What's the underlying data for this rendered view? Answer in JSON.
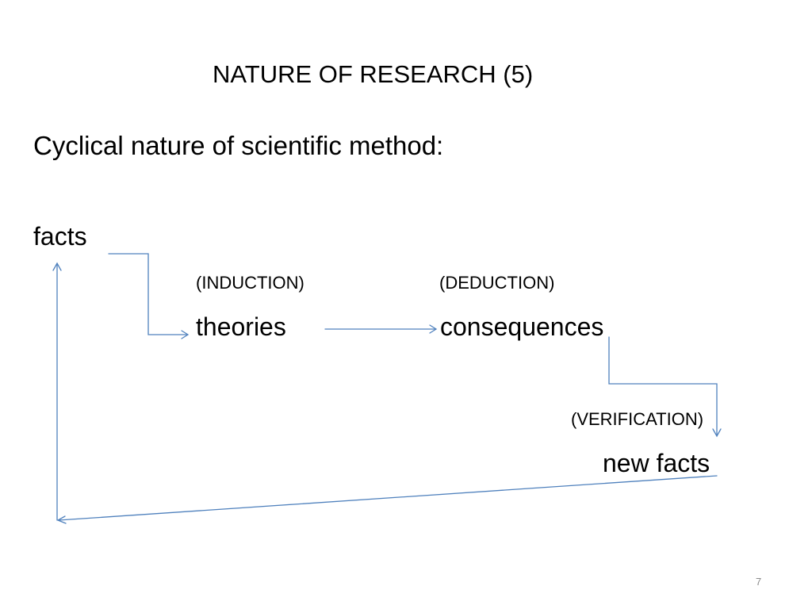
{
  "slide": {
    "title": "NATURE OF RESEARCH (5)",
    "subtitle": "Cyclical nature of scientific method:",
    "page_number": "7"
  },
  "diagram": {
    "nodes": {
      "facts": "facts",
      "theories": "theories",
      "consequences": "consequences",
      "new_facts": "new facts"
    },
    "edge_labels": {
      "induction": "(INDUCTION)",
      "deduction": "(DEDUCTION)",
      "verification": "(VERIFICATION)"
    },
    "arrow_color": "#4f81bd"
  }
}
